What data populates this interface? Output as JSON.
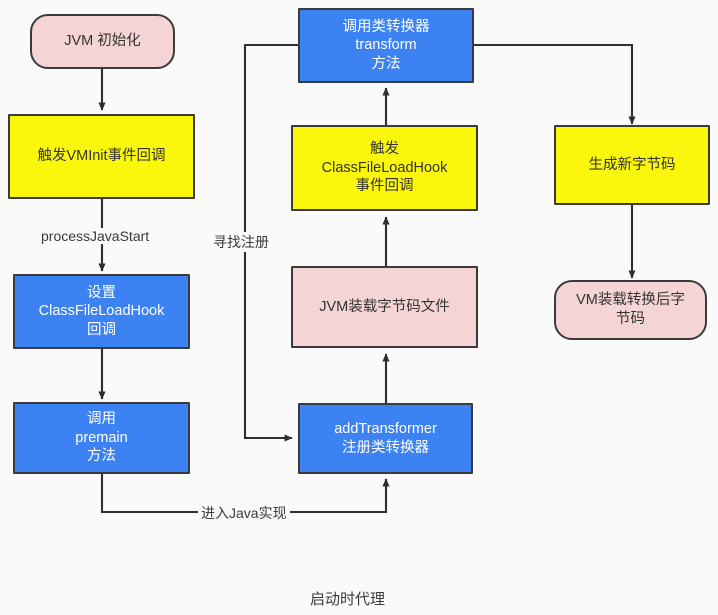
{
  "diagram": {
    "caption": "启动时代理",
    "colors": {
      "pink": "#f4d4d4",
      "yellow": "#fbf70c",
      "blue": "#3d82f2",
      "stroke": "#3b3b3b",
      "background": "#fafafa"
    },
    "nodes": [
      {
        "id": "jvm-init",
        "label": "JVM 初始化",
        "shape": "pill",
        "fill": "pink"
      },
      {
        "id": "vminit-callback",
        "label": "触发VMInit事件回调",
        "shape": "rect",
        "fill": "yellow"
      },
      {
        "id": "set-cflh-callback",
        "label": "设置\nClassFileLoadHook\n回调",
        "shape": "rect",
        "fill": "blue"
      },
      {
        "id": "call-premain",
        "label": "调用\npremain\n方法",
        "shape": "rect",
        "fill": "blue"
      },
      {
        "id": "call-transform",
        "label": "调用类转换器\ntransform\n方法",
        "shape": "rect",
        "fill": "blue"
      },
      {
        "id": "trigger-cflh-event",
        "label": "触发\nClassFileLoadHook\n事件回调",
        "shape": "rect",
        "fill": "yellow"
      },
      {
        "id": "jvm-load-bytecode",
        "label": "JVM装载字节码文件",
        "shape": "rect",
        "fill": "pink"
      },
      {
        "id": "add-transformer",
        "label": "addTransformer\n注册类转换器",
        "shape": "rect",
        "fill": "blue"
      },
      {
        "id": "generate-bytecode",
        "label": "生成新字节码",
        "shape": "rect",
        "fill": "yellow"
      },
      {
        "id": "vm-load-transformed",
        "label": "VM装载转换后字\n节码",
        "shape": "pill",
        "fill": "pink"
      }
    ],
    "edge_labels": [
      {
        "id": "process-java-start",
        "label": "processJavaStart"
      },
      {
        "id": "find-register",
        "label": "寻找注册"
      },
      {
        "id": "enter-java-impl",
        "label": "进入Java实现"
      }
    ],
    "edges": [
      {
        "from": "jvm-init",
        "to": "vminit-callback"
      },
      {
        "from": "vminit-callback",
        "to": "set-cflh-callback",
        "label": "processJavaStart"
      },
      {
        "from": "set-cflh-callback",
        "to": "call-premain"
      },
      {
        "from": "call-premain",
        "to": "add-transformer",
        "label": "进入Java实现"
      },
      {
        "from": "add-transformer",
        "to": "jvm-load-bytecode"
      },
      {
        "from": "jvm-load-bytecode",
        "to": "trigger-cflh-event"
      },
      {
        "from": "trigger-cflh-event",
        "to": "call-transform"
      },
      {
        "from": "call-transform",
        "to": "add-transformer",
        "label": "寻找注册"
      },
      {
        "from": "call-transform",
        "to": "generate-bytecode"
      },
      {
        "from": "generate-bytecode",
        "to": "vm-load-transformed"
      }
    ]
  }
}
